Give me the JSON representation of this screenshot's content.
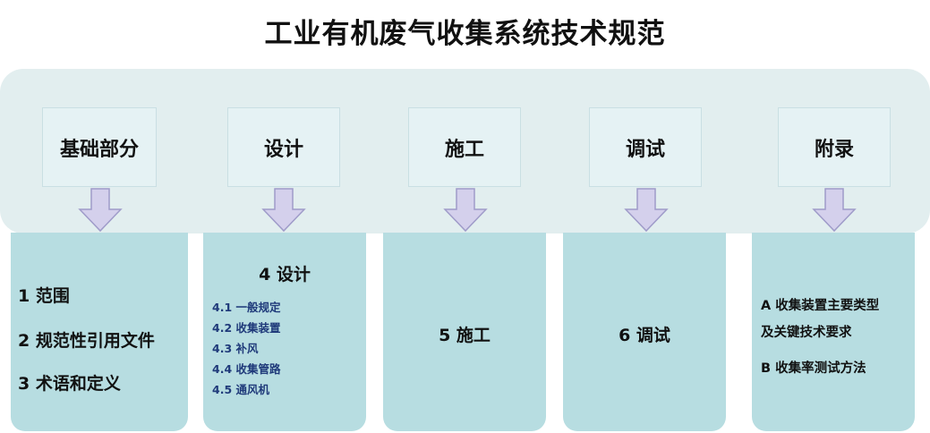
{
  "title": "工业有机废气收集系统技术规范",
  "sections": [
    {
      "header": "基础部分"
    },
    {
      "header": "设计"
    },
    {
      "header": "施工"
    },
    {
      "header": "调试"
    },
    {
      "header": "附录"
    }
  ],
  "basics": {
    "items": [
      "1 范围",
      "2 规范性引用文件",
      "3 术语和定义"
    ]
  },
  "design": {
    "heading": "4 设计",
    "subitems": [
      "4.1 一般规定",
      "4.2 收集装置",
      "4.3 补风",
      "4.4 收集管路",
      "4.5 通风机"
    ]
  },
  "construction": {
    "text": "5 施工"
  },
  "commissioning": {
    "text": "6 调试"
  },
  "appendix": {
    "items": [
      "A 收集装置主要类型",
      "及关键技术要求",
      "B 收集率测试方法"
    ]
  },
  "colors": {
    "band": "#e2eeef",
    "header_box": "#e5f2f4",
    "card": "#b7dde1",
    "arrow_fill": "#d4d0ec",
    "arrow_stroke": "#9f9bc9",
    "subitem_text": "#1f3a7a"
  }
}
